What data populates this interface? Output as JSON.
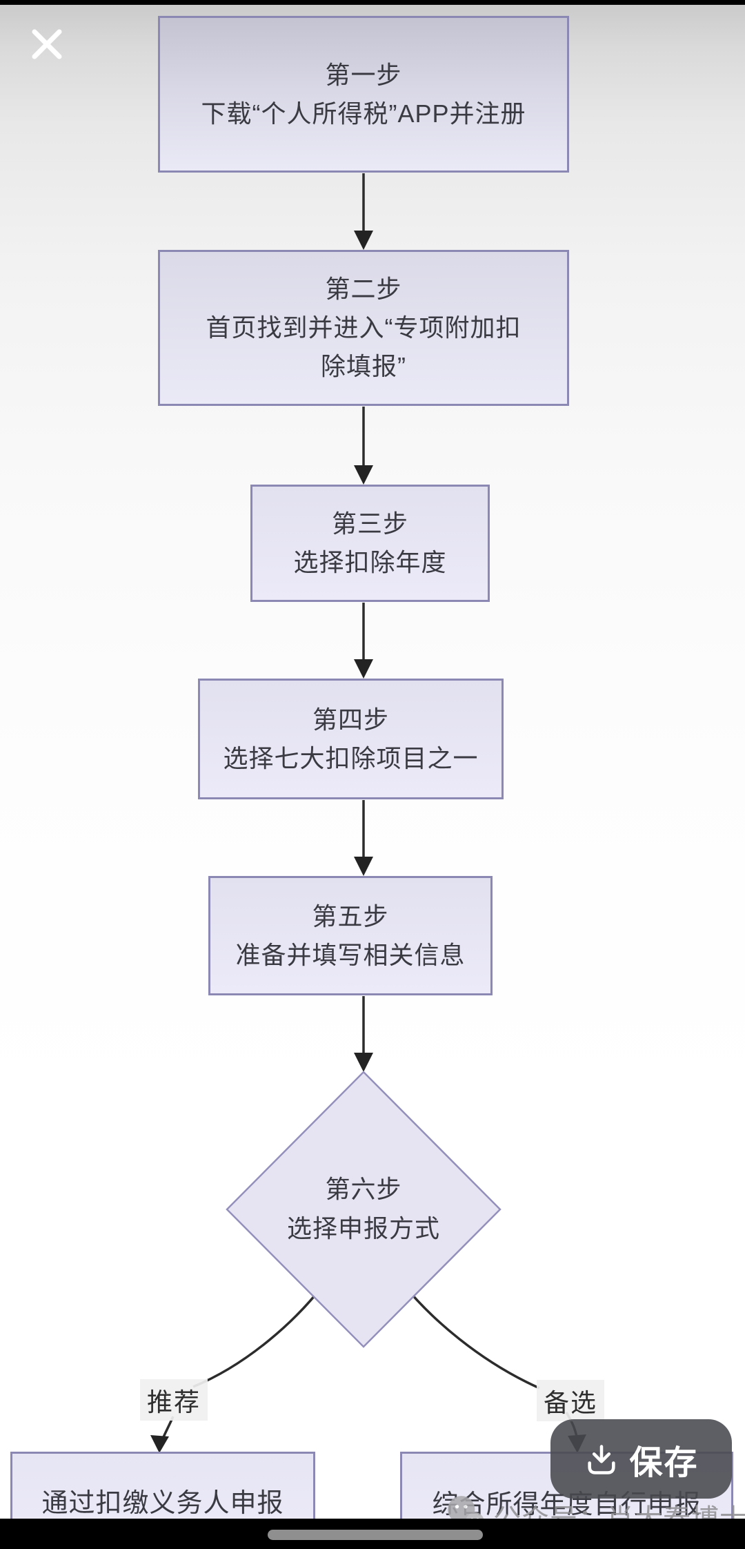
{
  "viewer": {
    "close_icon": "close-x",
    "save_button": {
      "label": "保存",
      "icon": "download-into-tray"
    },
    "watermark": {
      "icon": "wechat-logo",
      "text": "公众号：肖大春博士说税"
    },
    "home_indicator": "drag-handle"
  },
  "flowchart": {
    "steps": [
      {
        "title": "第一步",
        "text": "下载“个人所得税”APP并注册",
        "shape": "rect"
      },
      {
        "title": "第二步",
        "text": "首页找到并进入“专项附加扣除填报”",
        "shape": "rect"
      },
      {
        "title": "第三步",
        "text": "选择扣除年度",
        "shape": "rect"
      },
      {
        "title": "第四步",
        "text": "选择七大扣除项目之一",
        "shape": "rect"
      },
      {
        "title": "第五步",
        "text": "准备并填写相关信息",
        "shape": "rect"
      },
      {
        "title": "第六步",
        "text": "选择申报方式",
        "shape": "diamond"
      }
    ],
    "branches": [
      {
        "label": "推荐",
        "result": "通过扣缴义务人申报"
      },
      {
        "label": "备选",
        "result": "综合所得年度自行申报"
      }
    ],
    "colors": {
      "node_fill": "#eae9f6",
      "node_border": "#8c88b4",
      "connector": "#2c2c2c",
      "node_text": "#3a3a42",
      "save_button_bg": "#48494e",
      "background_top": "#c9c9c9",
      "background_bottom": "#ffffff"
    }
  }
}
